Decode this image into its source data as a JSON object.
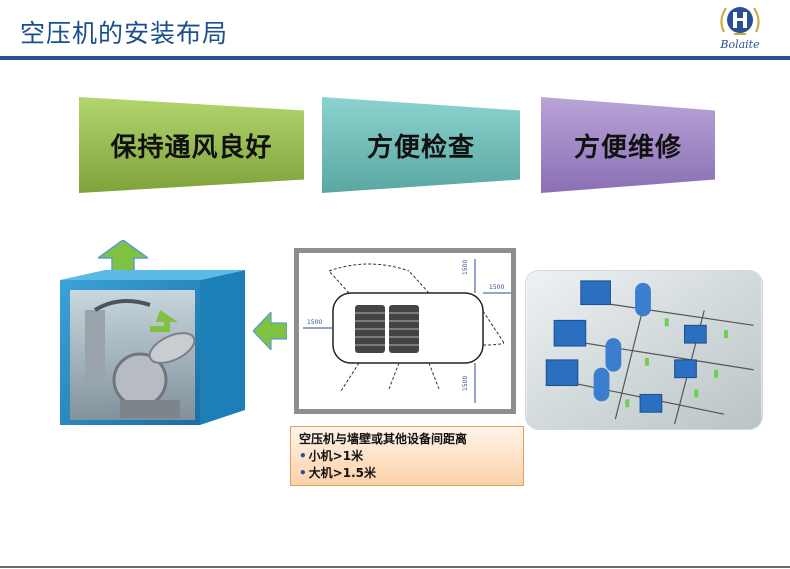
{
  "header": {
    "title": "空压机的安装布局",
    "logo_text": "Bolaite"
  },
  "tags": [
    {
      "label": "保持通风良好"
    },
    {
      "label": "方便检查"
    },
    {
      "label": "方便维修"
    }
  ],
  "diagram": {
    "dim_left": "1500",
    "dim_right": "1500",
    "dim_top": "1500",
    "dim_bottom": "1500"
  },
  "note": {
    "heading": "空压机与墙壁或其他设备间距离",
    "items": [
      "小机>1米",
      "大机>1.5米"
    ]
  },
  "colors": {
    "title": "#1b4f8c",
    "bar": "#2a4f93",
    "arrow": "#8bc34a"
  }
}
